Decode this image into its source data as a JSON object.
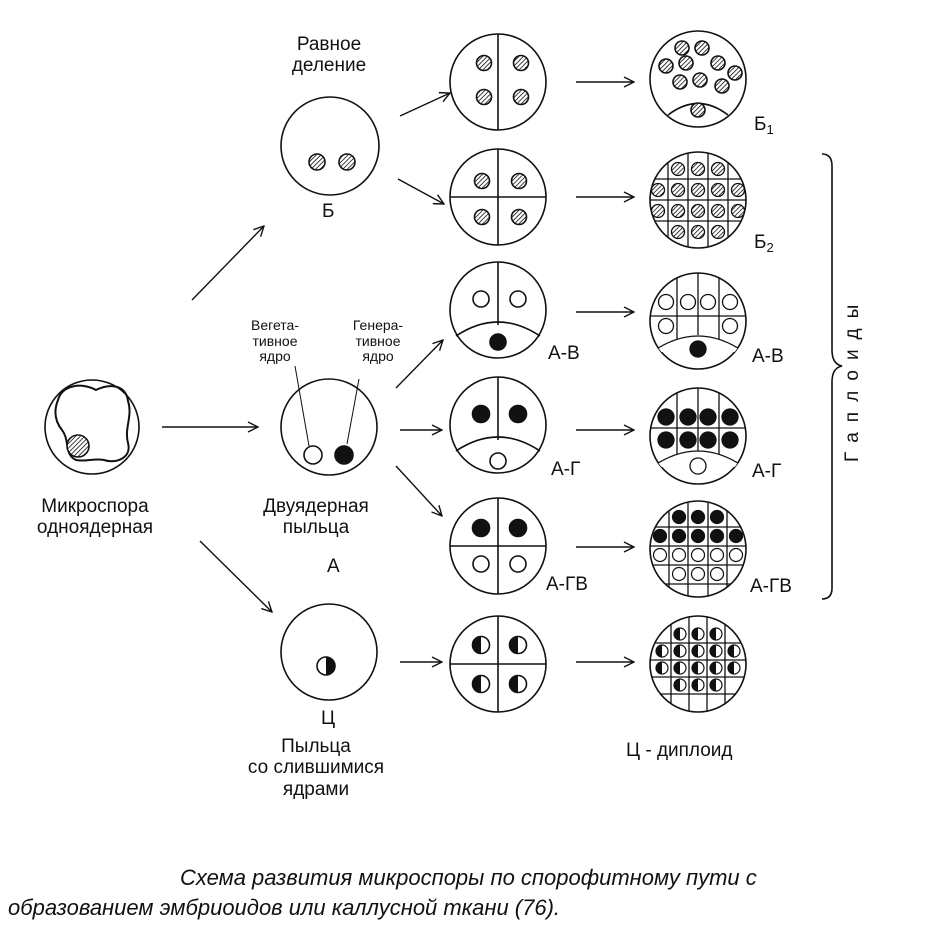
{
  "labels": {
    "equal_division": [
      "Равное",
      "деление"
    ],
    "B": "Б",
    "B1": "Б",
    "B1_sub": "1",
    "B2": "Б",
    "B2_sub": "2",
    "vegetative_nucleus": [
      "Вегета-",
      "тивное",
      "ядро"
    ],
    "generative_nucleus": [
      "Генера-",
      "тивное",
      "ядро"
    ],
    "microspore": [
      "Микроспора",
      "одноядерная"
    ],
    "binucleate_pollen": [
      "Двуядерная",
      "пыльца"
    ],
    "A": "А",
    "AV_mid": "А-В",
    "AV_right": "А-В",
    "AG_mid": "А-Г",
    "AG_right": "А-Г",
    "AGV_mid": "А-ГВ",
    "AGV_right": "А-ГВ",
    "C": "Ц",
    "fused_pollen": [
      "Пыльца",
      "со слившимися",
      "ядрами"
    ],
    "C_diploid": "Ц - диплоид",
    "haploids": "Гаплоиды"
  },
  "caption": [
    "Схема развития микроспоры по спорофитному пути с",
    "образованием эмбриоидов или каллусной ткани (76)."
  ],
  "colors": {
    "ink": "#111111",
    "background": "#ffffff"
  }
}
